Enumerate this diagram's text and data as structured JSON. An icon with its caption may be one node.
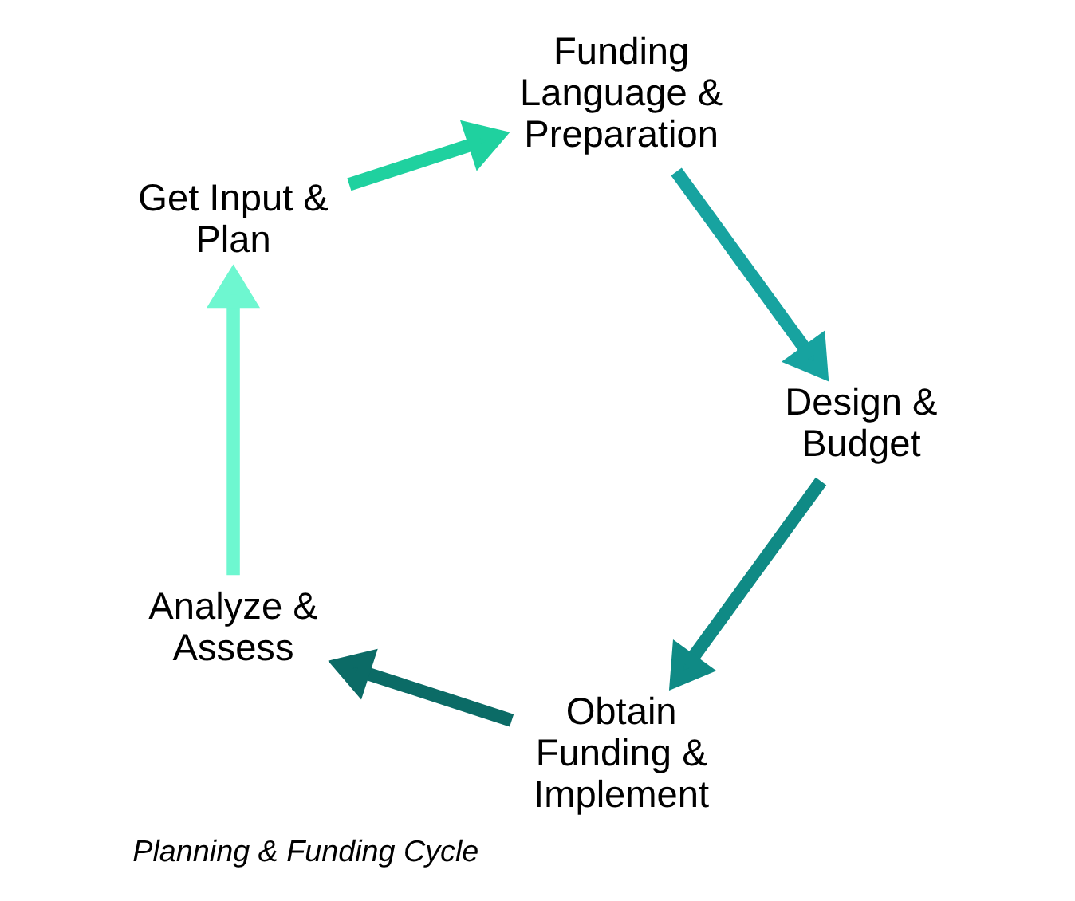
{
  "diagram": {
    "caption": "Planning & Funding Cycle",
    "nodes": [
      {
        "text": [
          "Analyze & Assess"
        ]
      },
      {
        "text": [
          "Get Input & Plan"
        ]
      },
      {
        "text": [
          "Funding Language & Preparation"
        ]
      },
      {
        "text": [
          "Design & Budget"
        ]
      },
      {
        "text": [
          "Obtain Funding & Implement"
        ]
      }
    ],
    "edges": [
      {
        "from": 0,
        "to": 1,
        "arrow": "to",
        "color": "#6ef7d0"
      },
      {
        "from": 1,
        "to": 2,
        "arrow": "to",
        "color": "#1fd19f"
      },
      {
        "from": 2,
        "to": 3,
        "arrow": "to",
        "color": "#17a3a0"
      },
      {
        "from": 3,
        "to": 4,
        "arrow": "to",
        "color": "#0f8a85"
      },
      {
        "from": 4,
        "to": 0,
        "arrow": "to",
        "color": "#0b6b66"
      }
    ]
  }
}
